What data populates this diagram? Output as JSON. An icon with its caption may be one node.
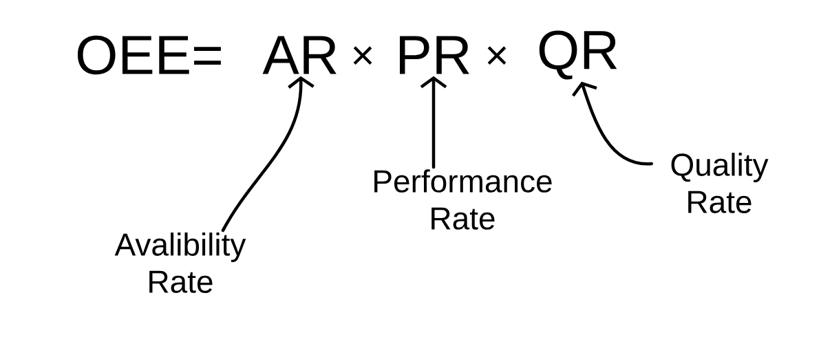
{
  "diagram": {
    "nodes": [
      {
        "text": [
          "AR"
        ]
      },
      {
        "text": [
          "PR"
        ]
      },
      {
        "text": [
          "QR"
        ]
      },
      {
        "text": [
          "Avalibility Rate"
        ]
      },
      {
        "text": [
          "Performance Rate"
        ]
      },
      {
        "text": [
          "Quality Rate"
        ]
      }
    ],
    "edges": [
      {
        "from": 3,
        "to": 0,
        "arrow": "to"
      },
      {
        "from": 4,
        "to": 1,
        "arrow": "to"
      },
      {
        "from": 5,
        "to": 2,
        "arrow": "to"
      }
    ],
    "labels": [
      "OEE=",
      "×",
      "×"
    ]
  }
}
